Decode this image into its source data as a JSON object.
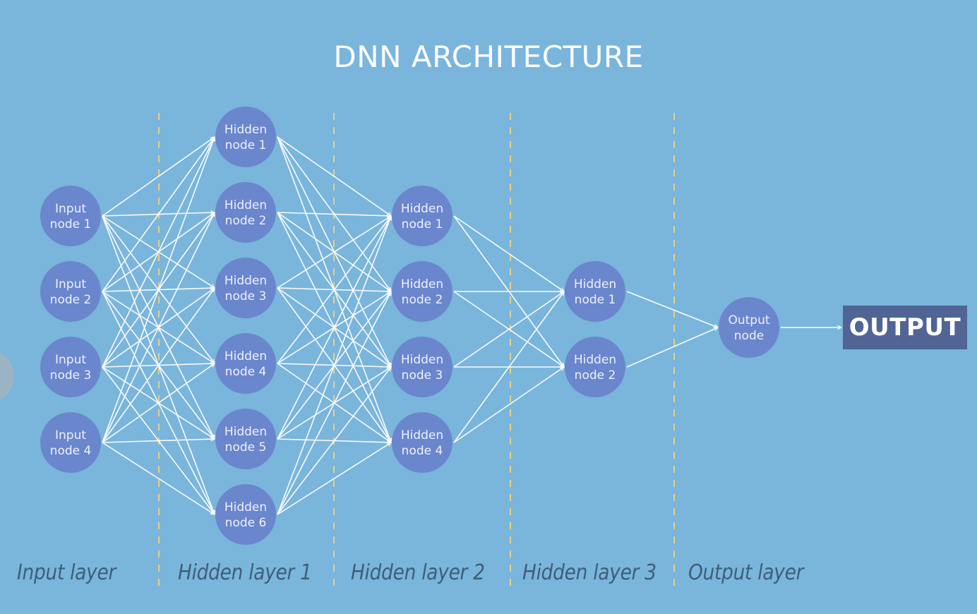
{
  "title": "DNN ARCHITECTURE",
  "colors": {
    "background": "#7ab5dc",
    "node_fill": "#6a86cc",
    "edge_stroke": "#ffffff",
    "divider": "#e8cf8a",
    "output_box": "#506496",
    "label_text": "#3d5f77"
  },
  "layers": [
    {
      "id": "input",
      "label": "Input layer",
      "nodes": [
        {
          "line1": "Input",
          "line2": "node 1"
        },
        {
          "line1": "Input",
          "line2": "node 2"
        },
        {
          "line1": "Input",
          "line2": "node 3"
        },
        {
          "line1": "Input",
          "line2": "node 4"
        }
      ]
    },
    {
      "id": "hidden1",
      "label": "Hidden layer 1",
      "nodes": [
        {
          "line1": "Hidden",
          "line2": "node 1"
        },
        {
          "line1": "Hidden",
          "line2": "node 2"
        },
        {
          "line1": "Hidden",
          "line2": "node 3"
        },
        {
          "line1": "Hidden",
          "line2": "node 4"
        },
        {
          "line1": "Hidden",
          "line2": "node 5"
        },
        {
          "line1": "Hidden",
          "line2": "node 6"
        }
      ]
    },
    {
      "id": "hidden2",
      "label": "Hidden layer 2",
      "nodes": [
        {
          "line1": "Hidden",
          "line2": "node 1"
        },
        {
          "line1": "Hidden",
          "line2": "node 2"
        },
        {
          "line1": "Hidden",
          "line2": "node 3"
        },
        {
          "line1": "Hidden",
          "line2": "node 4"
        }
      ]
    },
    {
      "id": "hidden3",
      "label": "Hidden layer 3",
      "nodes": [
        {
          "line1": "Hidden",
          "line2": "node 1"
        },
        {
          "line1": "Hidden",
          "line2": "node 2"
        }
      ]
    },
    {
      "id": "output",
      "label": "Output layer",
      "nodes": [
        {
          "line1": "Output",
          "line2": "node"
        }
      ]
    }
  ],
  "connections": "fully-connected between consecutive layers",
  "output_box": {
    "label": "OUTPUT"
  }
}
